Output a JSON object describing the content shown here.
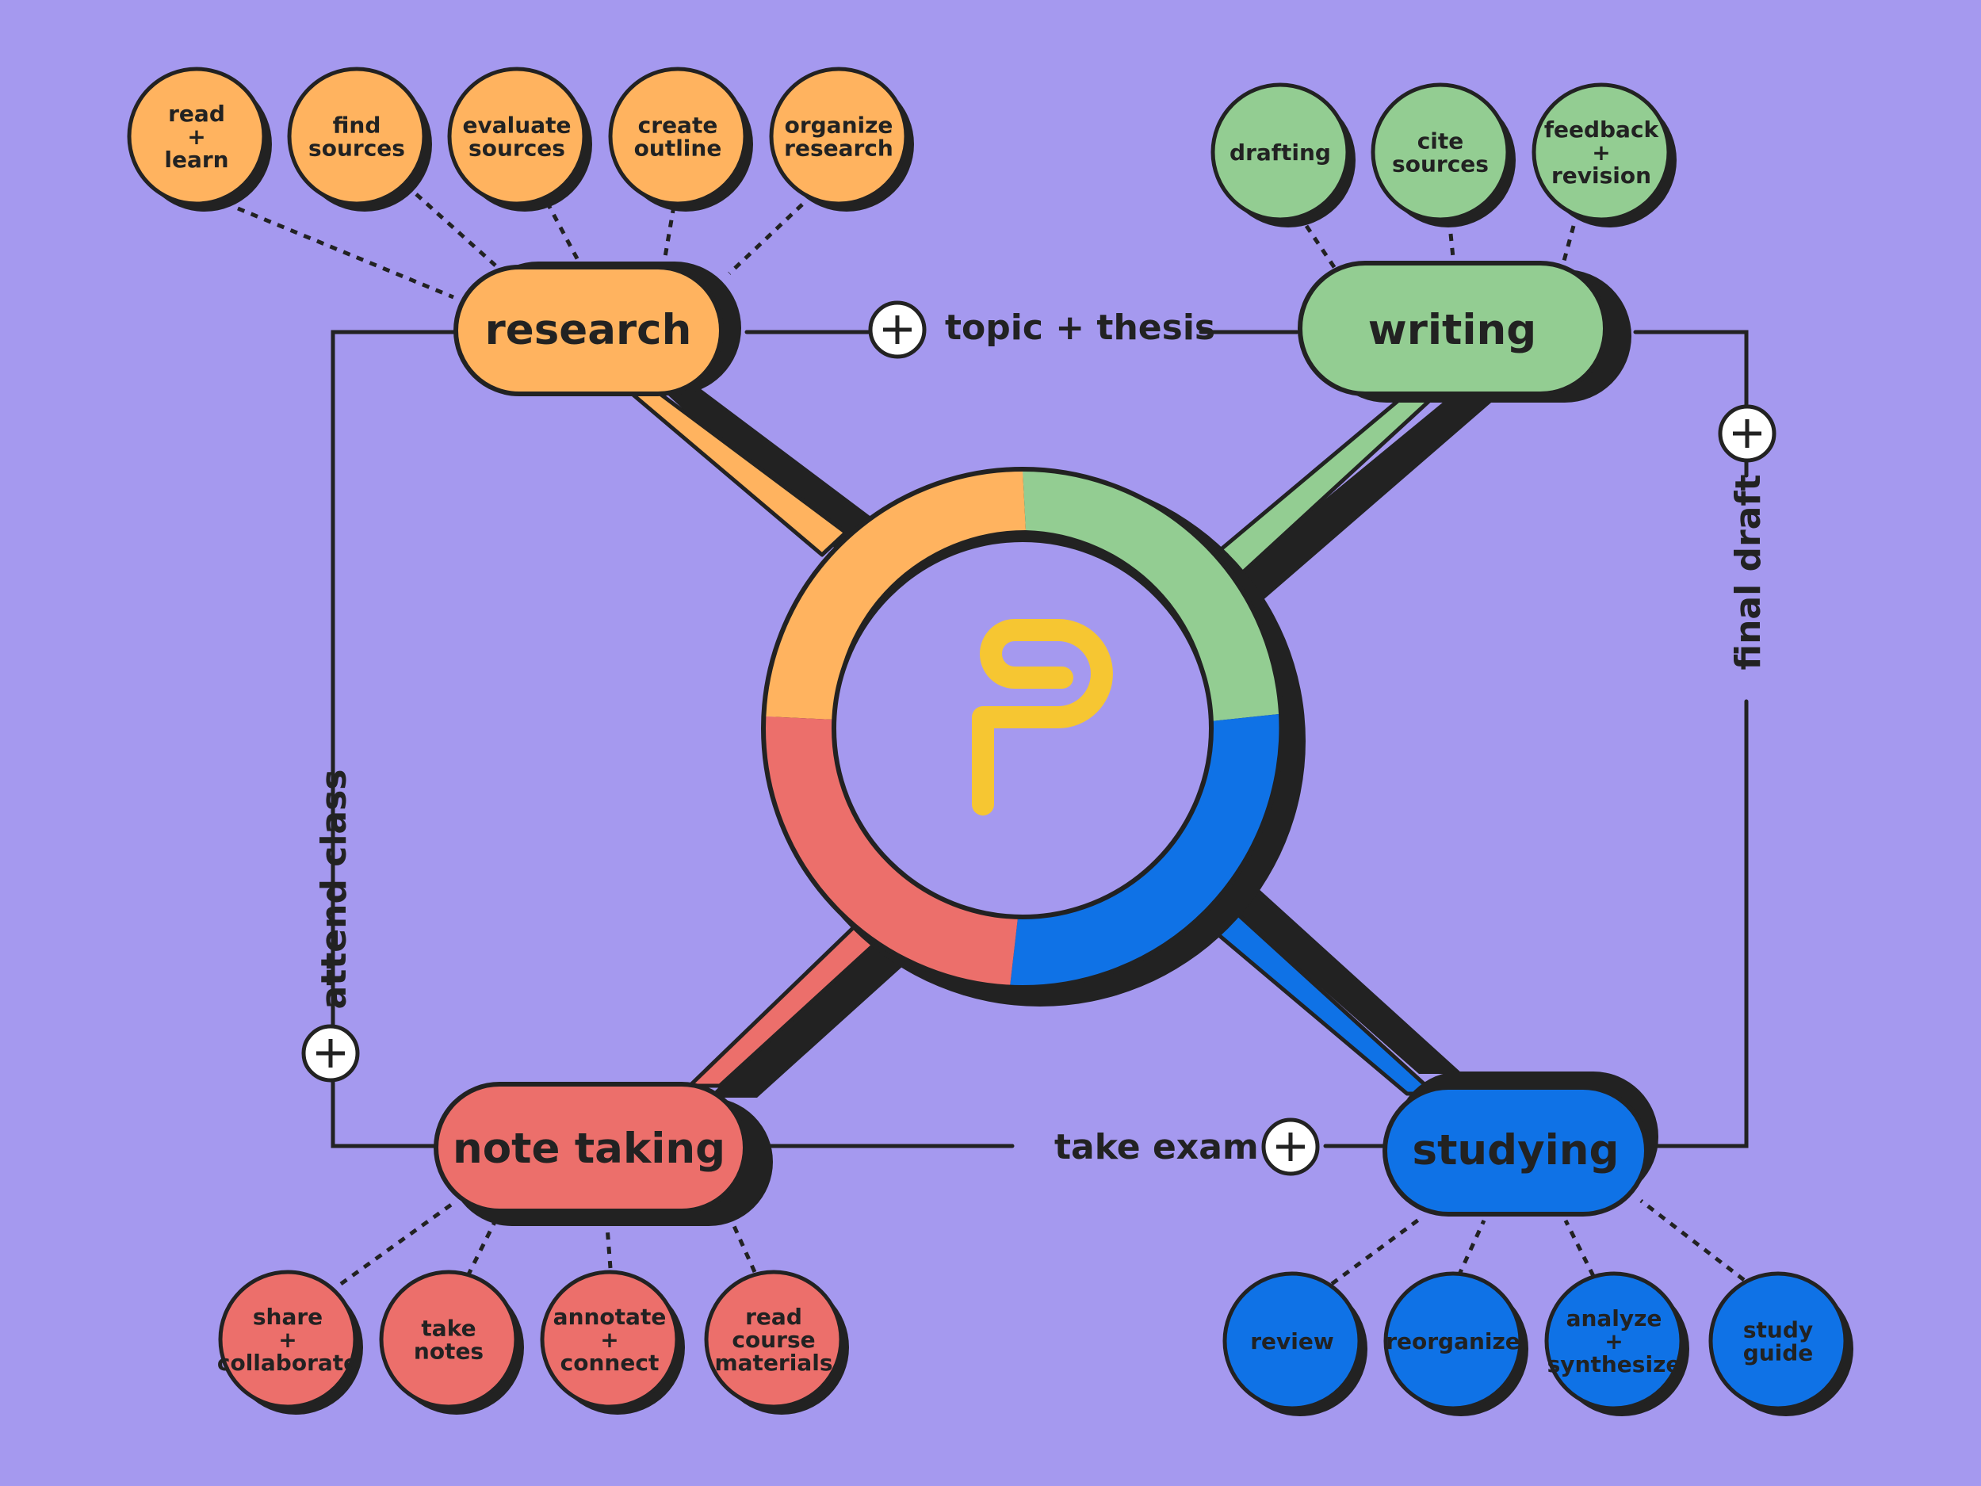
{
  "colors": {
    "background": "#a599ef",
    "research": "#ffb35f",
    "writing": "#93cd92",
    "note_taking": "#ec6f6b",
    "studying": "#0f72e6",
    "logo": "#f6c632",
    "ink": "#222222"
  },
  "center": {
    "logo_icon": "p-logo-icon"
  },
  "nodes": {
    "research": {
      "label": "research",
      "subtopics": [
        [
          "read",
          "+",
          "learn"
        ],
        [
          "find",
          "sources"
        ],
        [
          "evaluate",
          "sources"
        ],
        [
          "create",
          "outline"
        ],
        [
          "organize",
          "research"
        ]
      ]
    },
    "writing": {
      "label": "writing",
      "subtopics": [
        [
          "drafting"
        ],
        [
          "cite",
          "sources"
        ],
        [
          "feedback",
          "+",
          "revision"
        ]
      ]
    },
    "note_taking": {
      "label": "note taking",
      "subtopics": [
        [
          "share",
          "+",
          "collaborate"
        ],
        [
          "take",
          "notes"
        ],
        [
          "annotate",
          "+",
          "connect"
        ],
        [
          "read",
          "course",
          "materials"
        ]
      ]
    },
    "studying": {
      "label": "studying",
      "subtopics": [
        [
          "review"
        ],
        [
          "reorganize"
        ],
        [
          "analyze",
          "+",
          "synthesize"
        ],
        [
          "study",
          "guide"
        ]
      ]
    }
  },
  "connections": {
    "top": "topic + thesis",
    "right": "final draft",
    "bottom": "take exam",
    "left": "attend class"
  },
  "plus_icon": "plus-circle-icon"
}
